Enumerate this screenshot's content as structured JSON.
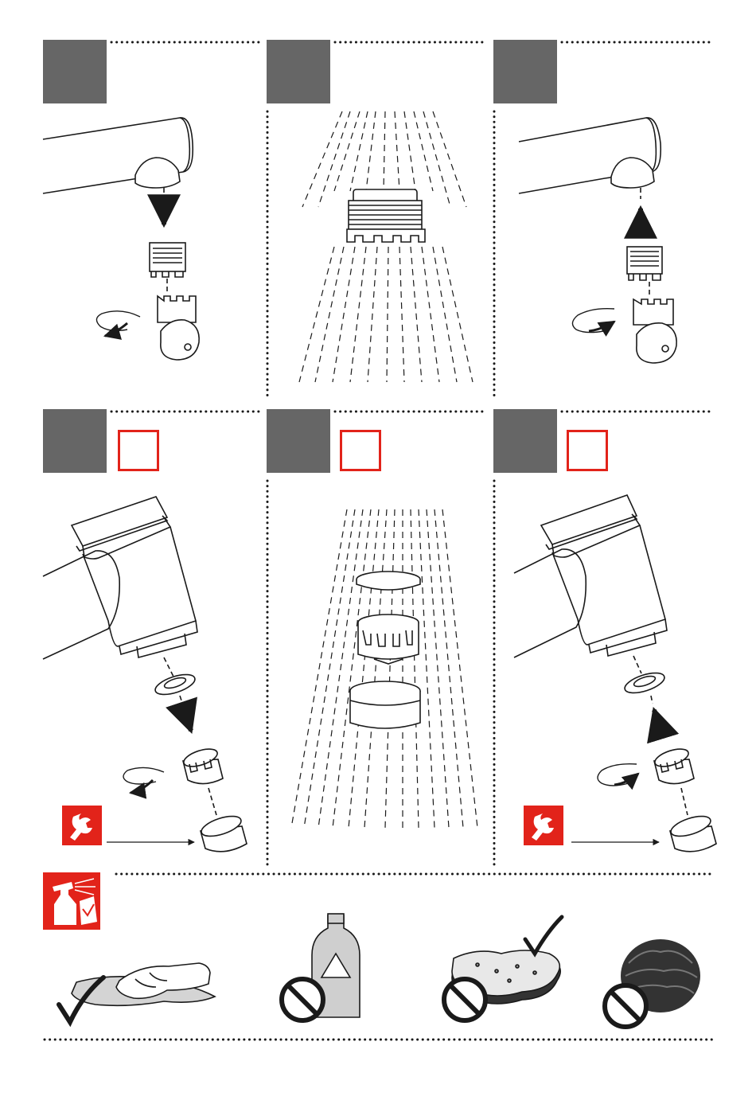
{
  "colors": {
    "step_box": "#666666",
    "accent_red": "#e2231a",
    "line": "#1a1a1a",
    "fill_grey": "#cfcfcf",
    "dark_grey": "#555555"
  },
  "steps": [
    {
      "id": 1,
      "icon": "step-number-box"
    },
    {
      "id": 2,
      "icon": "step-number-box"
    },
    {
      "id": 3,
      "icon": "step-number-box"
    },
    {
      "id": 4,
      "icon": "step-number-box",
      "checkbox": true
    },
    {
      "id": 5,
      "icon": "step-number-box",
      "checkbox": true
    },
    {
      "id": 6,
      "icon": "step-number-box",
      "checkbox": true
    }
  ],
  "icons": {
    "service": "wrench-icon",
    "cleaning": "spray-bottle-icon",
    "allowed": "check-mark-icon",
    "prohibited": "no-symbol-icon"
  }
}
